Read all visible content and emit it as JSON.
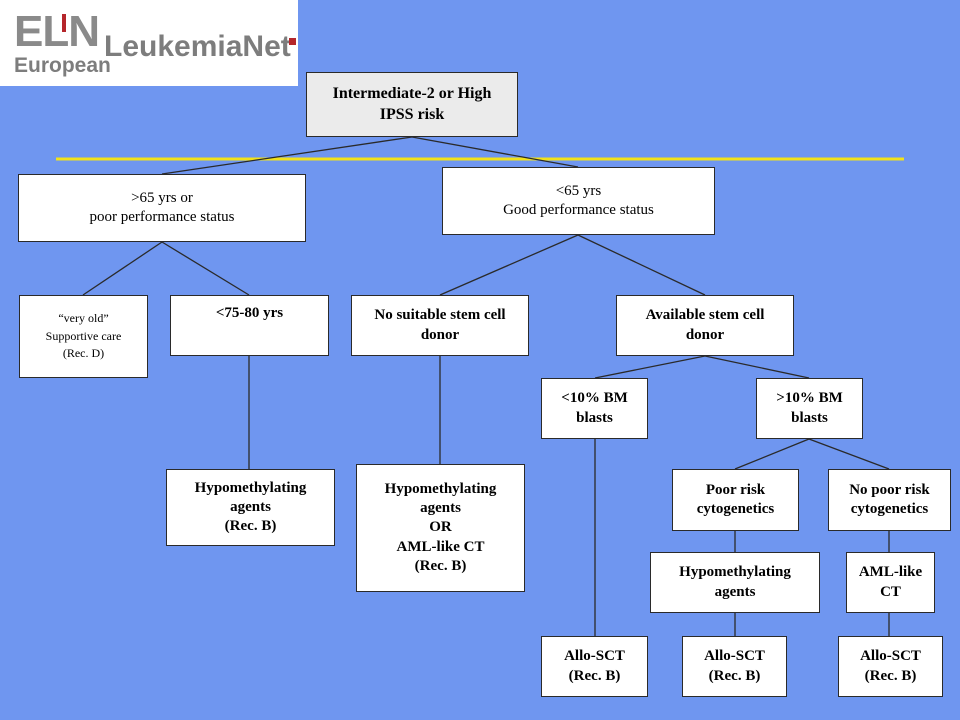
{
  "logo": {
    "mark": "ELN",
    "org": "European",
    "brand": "LeukemiaNet"
  },
  "boxes": {
    "root": [
      "Intermediate-2 or High",
      "IPSS risk"
    ],
    "older": [
      ">65 yrs or",
      "poor performance status"
    ],
    "younger": [
      "<65 yrs",
      "Good performance status"
    ],
    "very_old": [
      "“very old”",
      "Supportive care",
      "(Rec. D)"
    ],
    "age_75_80": [
      "<75-80 yrs"
    ],
    "no_donor": [
      "No suitable stem cell",
      "donor"
    ],
    "donor": [
      "Available stem cell",
      "donor"
    ],
    "blasts_low": [
      "<10% BM",
      "blasts"
    ],
    "blasts_high": [
      ">10% BM",
      "blasts"
    ],
    "hma_b": [
      "Hypomethylating",
      "agents",
      "(Rec. B)"
    ],
    "hma_or_aml": [
      "Hypomethylating",
      "agents",
      "OR",
      "AML-like CT",
      "(Rec. B)"
    ],
    "poor_risk": [
      "Poor risk",
      "cytogenetics"
    ],
    "no_poor_risk": [
      "No poor risk",
      "cytogenetics"
    ],
    "hma_agents": [
      "Hypomethylating",
      "agents"
    ],
    "aml_ct": [
      "AML-like",
      "CT"
    ],
    "sct_1": [
      "Allo-SCT",
      "(Rec. B)"
    ],
    "sct_2": [
      "Allo-SCT",
      "(Rec. B)"
    ],
    "sct_3": [
      "Allo-SCT",
      "(Rec. B)"
    ]
  },
  "colors": {
    "background": "#6f96f0",
    "root_fill": "#ebebeb",
    "divider": "#f2e21a",
    "connector": "#2a2a2a"
  }
}
